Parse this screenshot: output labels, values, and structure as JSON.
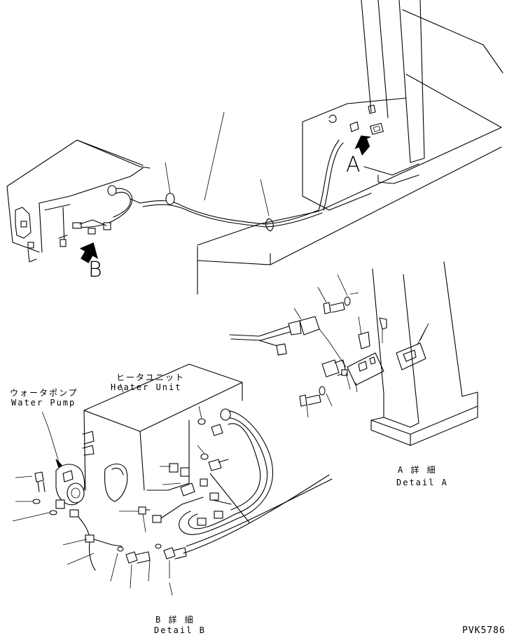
{
  "labels": {
    "view_a": "A",
    "view_b": "B",
    "heater_unit_jp": "ヒータユニット",
    "heater_unit_en": "Heater Unit",
    "water_pump_jp": "ウォータポンプ",
    "water_pump_en": "Water Pump",
    "detail_a_jp": "A 詳 細",
    "detail_a_en": "Detail A",
    "detail_b_jp": "B 詳 細",
    "detail_b_en": "Detail B",
    "drawing_code": "PVK5786"
  },
  "colors": {
    "line": "#000000",
    "background": "#ffffff"
  }
}
